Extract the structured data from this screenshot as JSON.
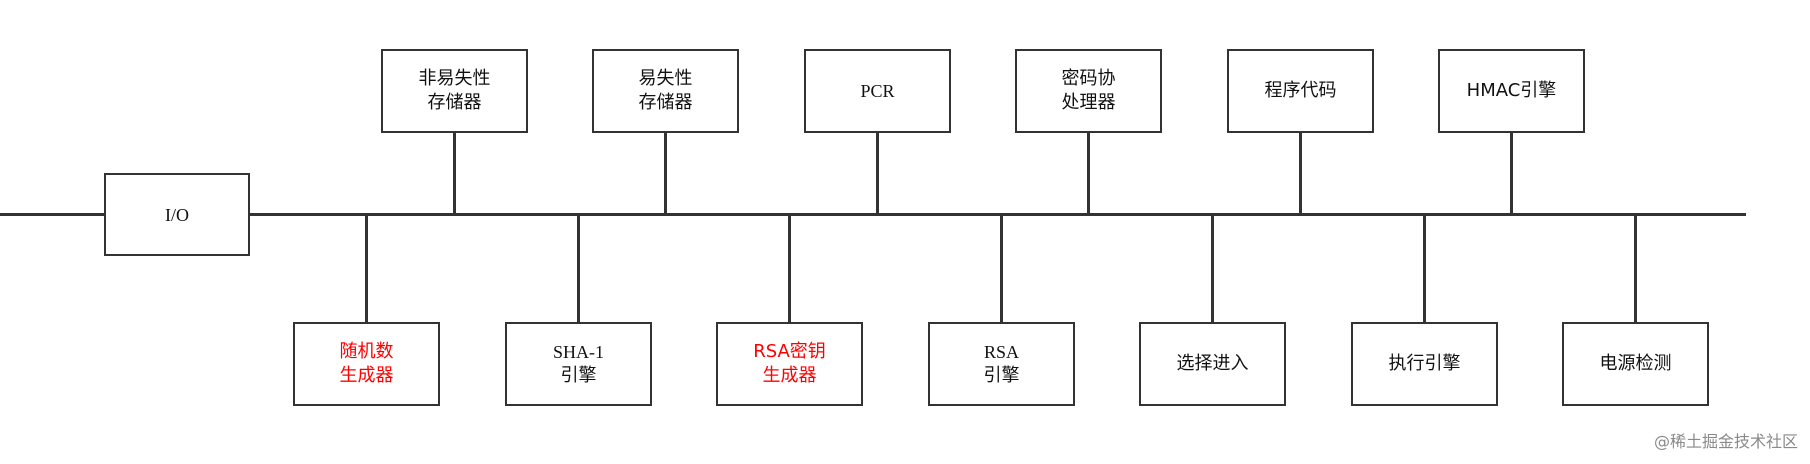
{
  "diagram": {
    "io_box": {
      "lines": [
        "I/O"
      ]
    },
    "top_boxes": [
      {
        "lines": [
          "非易失性",
          "存储器"
        ]
      },
      {
        "lines": [
          "易失性",
          "存储器"
        ]
      },
      {
        "lines": [
          "PCR",
          ""
        ]
      },
      {
        "lines": [
          "密码协",
          "处理器"
        ]
      },
      {
        "lines": [
          "程序代码",
          ""
        ]
      },
      {
        "lines": [
          "HMAC引擎",
          ""
        ]
      }
    ],
    "bottom_boxes": [
      {
        "lines": [
          "随机数",
          "生成器"
        ],
        "color": "#ff0000"
      },
      {
        "lines": [
          "SHA-1",
          "引擎"
        ]
      },
      {
        "lines": [
          "RSA密钥",
          "生成器"
        ],
        "color": "#ff0000"
      },
      {
        "lines": [
          "RSA",
          "引擎"
        ]
      },
      {
        "lines": [
          "选择进入",
          ""
        ]
      },
      {
        "lines": [
          "执行引擎",
          ""
        ]
      },
      {
        "lines": [
          "电源检测",
          ""
        ]
      }
    ],
    "line_color": "#333333"
  },
  "watermark": "@稀土掘金技术社区"
}
